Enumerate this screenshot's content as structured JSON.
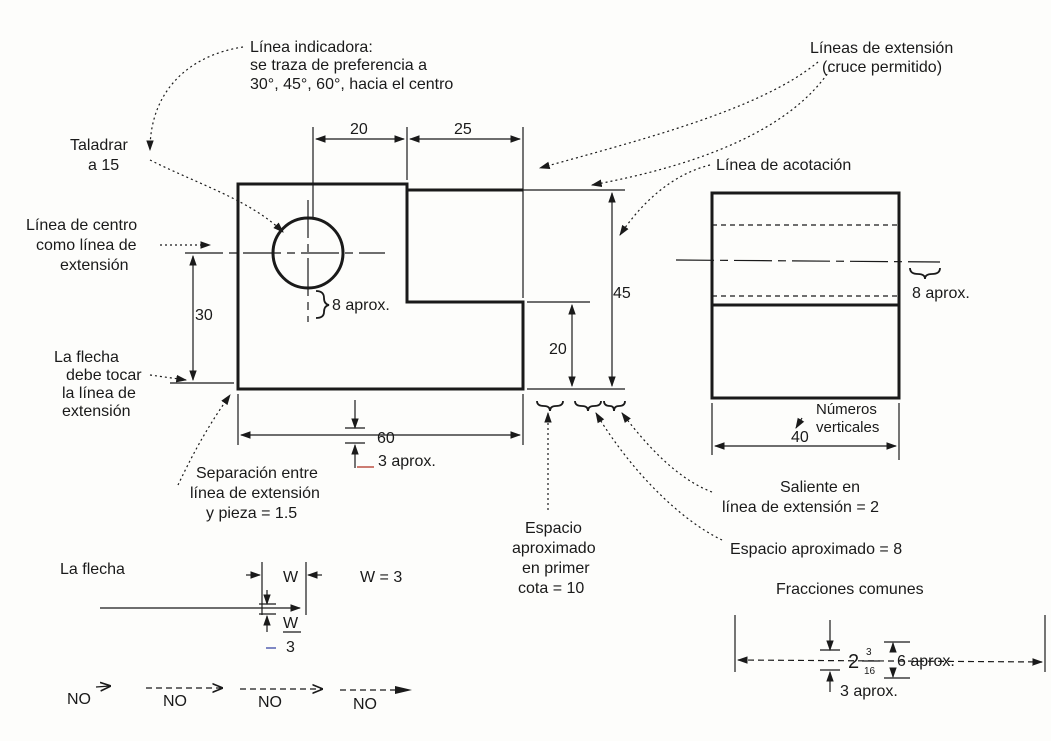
{
  "labels": {
    "leader_line": [
      "Línea indicadora:",
      "se traza de preferencia a",
      "30°, 45°, 60°, hacia el centro"
    ],
    "extension_lines": [
      "Líneas de extensión",
      "(cruce permitido)"
    ],
    "drill": [
      "Taladrar",
      "a 15"
    ],
    "dimension_line": "Línea de acotación",
    "center_line": [
      "Línea de centro",
      "como línea de",
      "extensión"
    ],
    "arrow_touch": [
      "La flecha",
      "debe tocar",
      "la línea de",
      "extensión"
    ],
    "gap": [
      "Separación entre",
      "línea de extensión",
      "y pieza = 1.5"
    ],
    "first_space": [
      "Espacio",
      "aproximado",
      "en primer",
      "cota = 10"
    ],
    "overhang": [
      "Saliente en",
      "línea de extensión = 2"
    ],
    "approx_space": "Espacio aproximado = 8",
    "vertical_numbers": [
      "Números",
      "verticales"
    ],
    "common_fractions": "Fracciones comunes",
    "arrow_title": "La flecha"
  },
  "dims": {
    "d20_top": "20",
    "d25": "25",
    "d45": "45",
    "d30": "30",
    "d20_right": "20",
    "d60": "60",
    "d40": "40",
    "approx8_hole": "8 aprox.",
    "approx8_side": "8 aprox.",
    "approx3": "3 aprox.",
    "approx3_frac": "3 aprox.",
    "approx6": "6 aprox.",
    "frac_whole": "2",
    "frac_num": "3",
    "frac_den": "16"
  },
  "arrow_detail": {
    "w_top": "W",
    "w_eq": "W = 3",
    "w_frac_num": "W",
    "w_frac_den": "3"
  },
  "wrong": [
    "NO",
    "NO",
    "NO",
    "NO"
  ],
  "colors": {
    "ink": "#1a1a1a",
    "paper": "#fdfdfb",
    "accent_red": "#b03020",
    "accent_blue": "#2b3aa0"
  }
}
